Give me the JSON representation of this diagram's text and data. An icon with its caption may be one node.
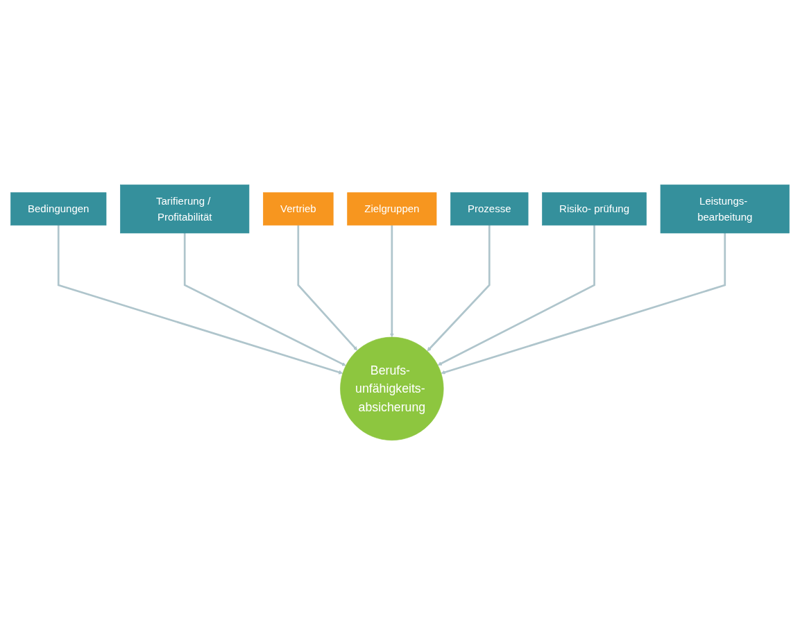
{
  "diagram": {
    "nodes": [
      {
        "text": [
          "Bedingungen"
        ]
      },
      {
        "text": [
          "Tarifierung / Profitabilität"
        ]
      },
      {
        "text": [
          "Vertrieb"
        ]
      },
      {
        "text": [
          "Zielgruppen"
        ]
      },
      {
        "text": [
          "Prozesse"
        ]
      },
      {
        "text": [
          "Risiko- prüfung"
        ]
      },
      {
        "text": [
          "Leistungs- bearbeitung"
        ]
      },
      {
        "text": [
          "Berufs- unfähigkeits- absicherung"
        ]
      }
    ],
    "edges": [
      {
        "from": 0,
        "to": 7,
        "arrow": "to"
      },
      {
        "from": 1,
        "to": 7,
        "arrow": "to"
      },
      {
        "from": 2,
        "to": 7,
        "arrow": "to"
      },
      {
        "from": 3,
        "to": 7,
        "arrow": "to"
      },
      {
        "from": 4,
        "to": 7,
        "arrow": "to"
      },
      {
        "from": 5,
        "to": 7,
        "arrow": "to"
      },
      {
        "from": 6,
        "to": 7,
        "arrow": "to"
      }
    ]
  }
}
